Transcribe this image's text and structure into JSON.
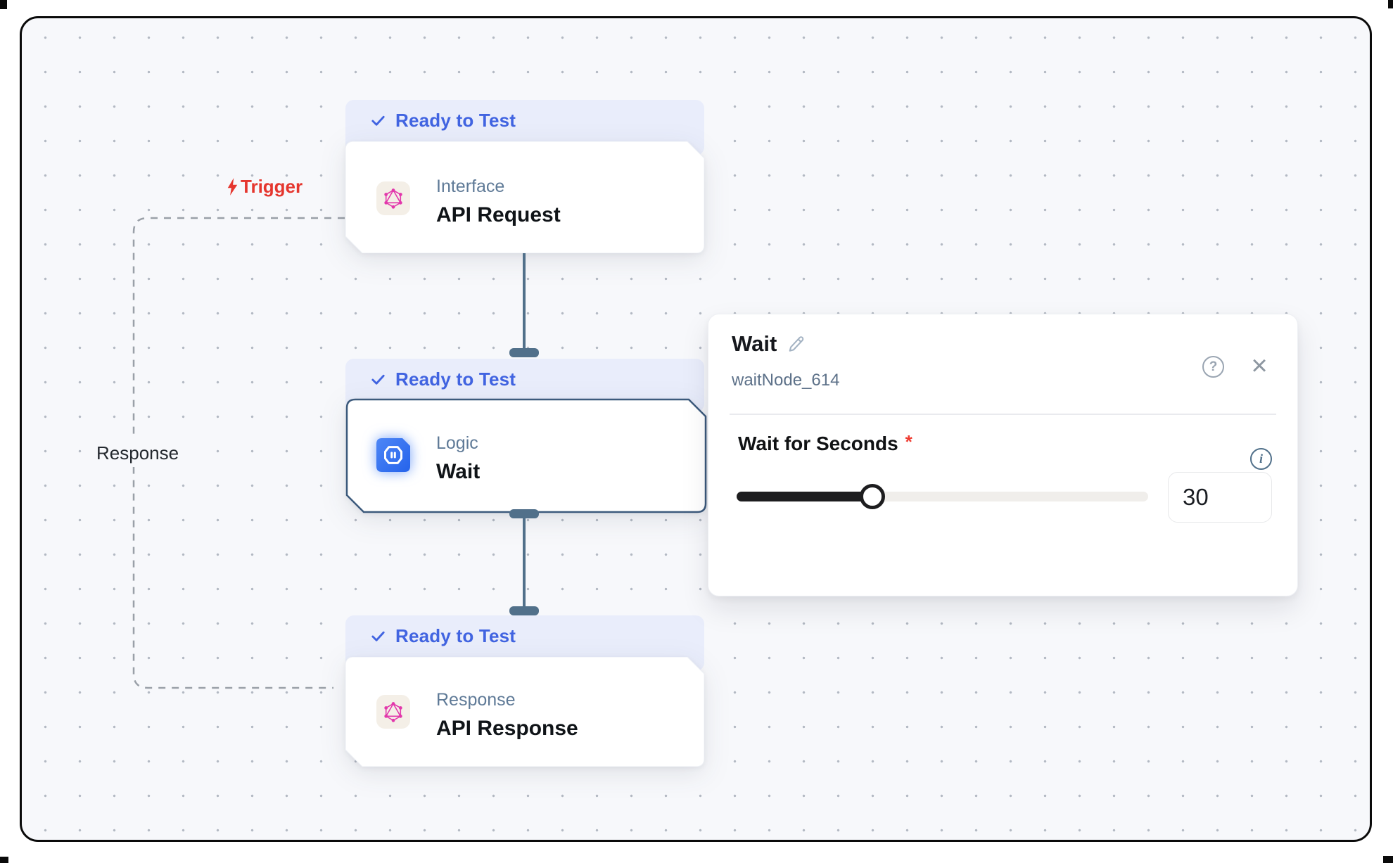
{
  "canvas": {
    "trigger_label": "Trigger",
    "response_label": "Response",
    "nodes": [
      {
        "status": "Ready to Test",
        "category": "Interface",
        "title": "API Request",
        "icon": "graphql"
      },
      {
        "status": "Ready to Test",
        "category": "Logic",
        "title": "Wait",
        "icon": "pause",
        "selected": true
      },
      {
        "status": "Ready to Test",
        "category": "Response",
        "title": "API Response",
        "icon": "graphql"
      }
    ]
  },
  "panel": {
    "title": "Wait",
    "node_id": "waitNode_614",
    "field": {
      "label": "Wait for Seconds",
      "required_marker": "*",
      "value": "30",
      "slider_percent": 33
    }
  },
  "icons": {
    "help": "?",
    "close": "×",
    "info": "i"
  },
  "colors": {
    "badge_bg": "#e9edfb",
    "badge_text": "#4164e1",
    "trigger_red": "#e5362e",
    "connector": "#51708a",
    "selected_border": "#3c5a7c",
    "graphql_pink": "#e237ab",
    "logic_blue": "#2f6bf0",
    "slider_fill": "#1d1d1f",
    "slider_track": "#f0eeeb",
    "canvas_bg": "#f7f8fb"
  }
}
